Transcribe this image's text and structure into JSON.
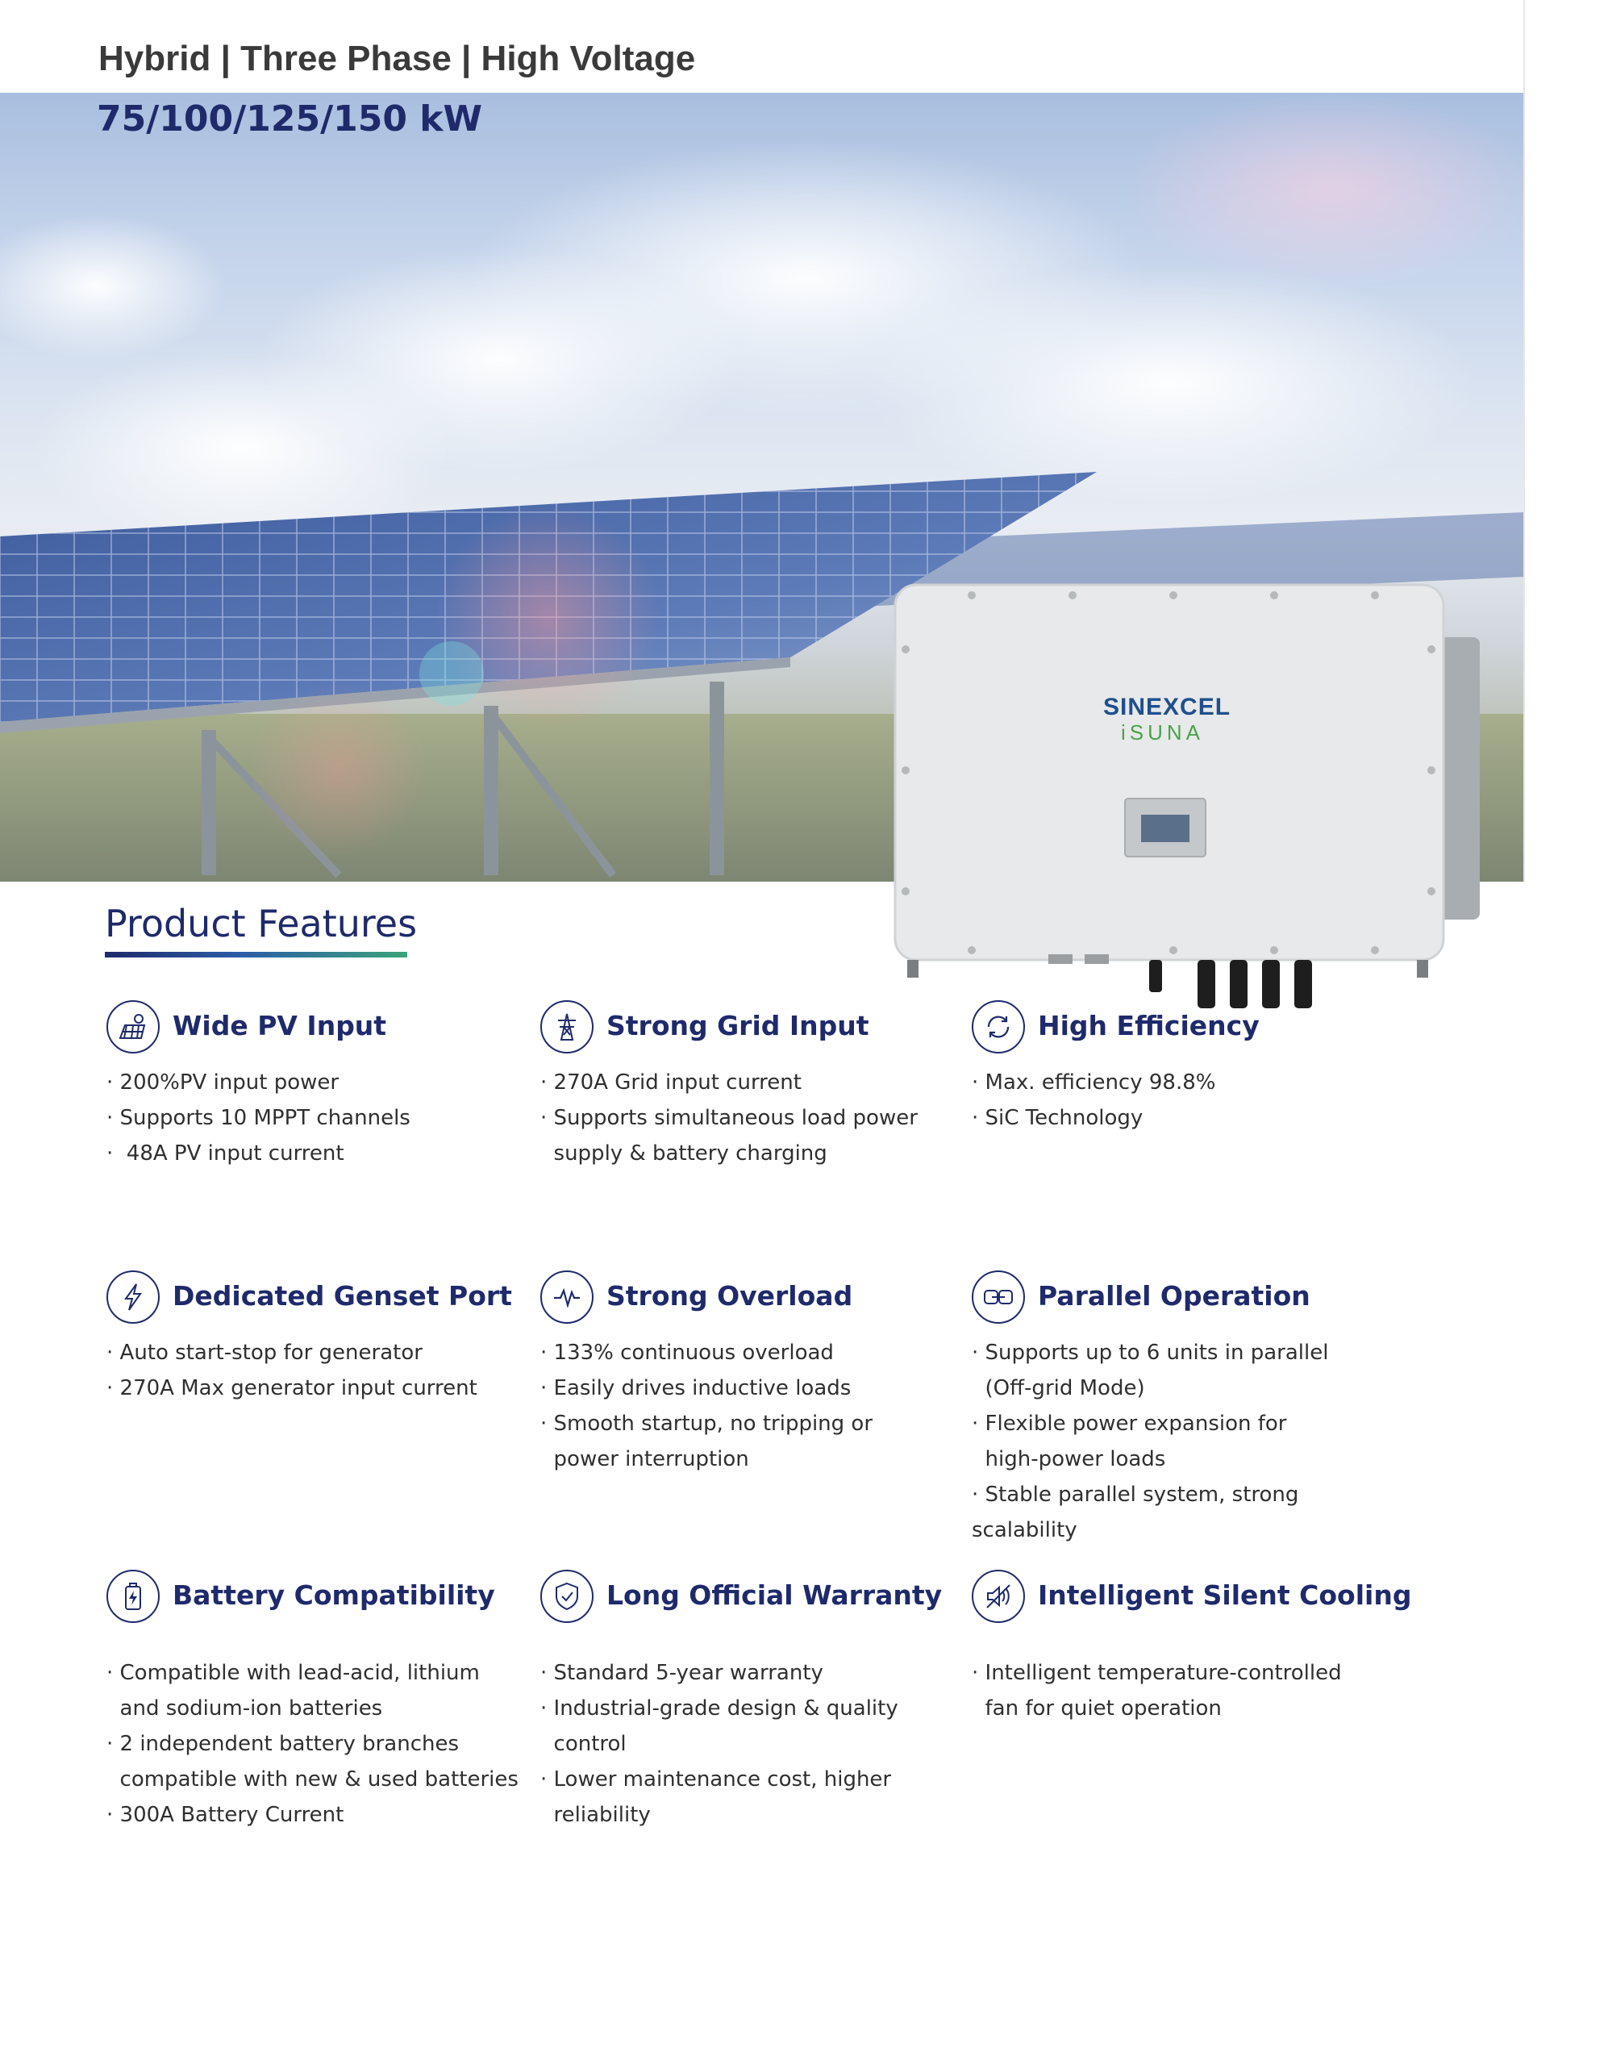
{
  "header": {
    "title": "Hybrid | Three Phase | High Voltage",
    "subtitle": "75/100/125/150 kW"
  },
  "device": {
    "brand_line1": "SINEXCEL",
    "brand_line2": "iSUNA"
  },
  "features_section": {
    "title": "Product Features"
  },
  "features": [
    {
      "icon": "solar-panel-icon",
      "title": "Wide PV Input",
      "items": [
        "· 200%PV input power",
        "· Supports 10 MPPT channels",
        "·  48A PV input current"
      ]
    },
    {
      "icon": "power-tower-icon",
      "title": "Strong Grid Input",
      "items": [
        "· 270A Grid input current",
        "· Supports simultaneous load power",
        "  supply & battery charging"
      ]
    },
    {
      "icon": "refresh-cycle-icon",
      "title": "High Efficiency",
      "items": [
        "· Max. efficiency 98.8%",
        "· SiC Technology"
      ]
    },
    {
      "icon": "lightning-icon",
      "title": "Dedicated Genset Port",
      "items": [
        "· Auto start-stop for generator",
        "· 270A Max generator input current"
      ]
    },
    {
      "icon": "pulse-wave-icon",
      "title": "Strong Overload",
      "items": [
        "· 133% continuous overload",
        "· Easily drives inductive loads",
        "· Smooth startup, no tripping or",
        "  power interruption"
      ]
    },
    {
      "icon": "parallel-link-icon",
      "title": "Parallel Operation",
      "items": [
        "· Supports up to 6 units in parallel",
        "  (Off-grid Mode)",
        "· Flexible power expansion for",
        "  high-power loads",
        "· Stable parallel system, strong scalability"
      ]
    },
    {
      "icon": "battery-charge-icon",
      "title": "Battery Compatibility",
      "items": [
        "· Compatible with lead-acid, lithium",
        "  and sodium-ion batteries",
        "· 2 independent battery branches",
        "  compatible with new & used batteries",
        "· 300A Battery Current"
      ]
    },
    {
      "icon": "shield-check-icon",
      "title": "Long Official Warranty",
      "items": [
        "· Standard 5-year warranty",
        "· Industrial-grade design & quality",
        "  control",
        "· Lower maintenance cost, higher",
        "  reliability"
      ]
    },
    {
      "icon": "silent-fan-icon",
      "title": "Intelligent Silent Cooling",
      "items": [
        "· Intelligent temperature-controlled",
        "  fan for quiet operation"
      ]
    }
  ],
  "colors": {
    "primary": "#1f2a6b",
    "accent_green": "#3aa37a",
    "text": "#2f2f2f"
  }
}
